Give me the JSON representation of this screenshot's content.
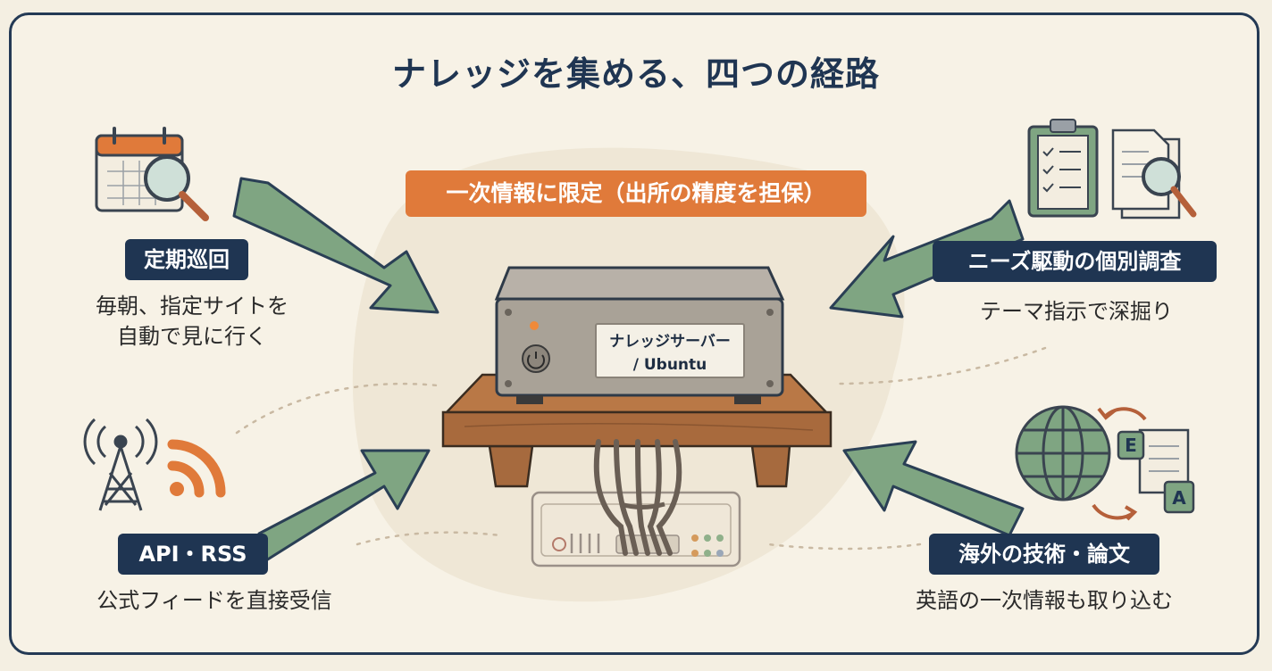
{
  "title": "ナレッジを集める、四つの経路",
  "banner": "一次情報に限定（出所の精度を担保）",
  "server": {
    "label_line1": "ナレッジサーバー",
    "label_line2": "/ Ubuntu"
  },
  "routes": {
    "scheduled": {
      "tag": "定期巡回",
      "desc_line1": "毎朝、指定サイトを",
      "desc_line2": "自動で見に行く"
    },
    "api_rss": {
      "tag": "API・RSS",
      "desc": "公式フィードを直接受信"
    },
    "needs": {
      "tag": "ニーズ駆動の個別調査",
      "desc": "テーマ指示で深掘り"
    },
    "overseas": {
      "tag": "海外の技術・論文",
      "desc": "英語の一次情報も取り込む"
    }
  },
  "icons": {
    "calendar": "calendar-icon",
    "magnifier": "magnifier-icon",
    "antenna": "antenna-icon",
    "rss": "rss-icon",
    "clipboard": "clipboard-icon",
    "documents": "documents-icon",
    "globe": "globe-icon",
    "translate": "translate-icon",
    "E": "E",
    "A": "A"
  },
  "colors": {
    "navy": "#1f3552",
    "orange": "#e07a3a",
    "green_arrow": "#7fa582",
    "background": "#f7f2e6"
  }
}
